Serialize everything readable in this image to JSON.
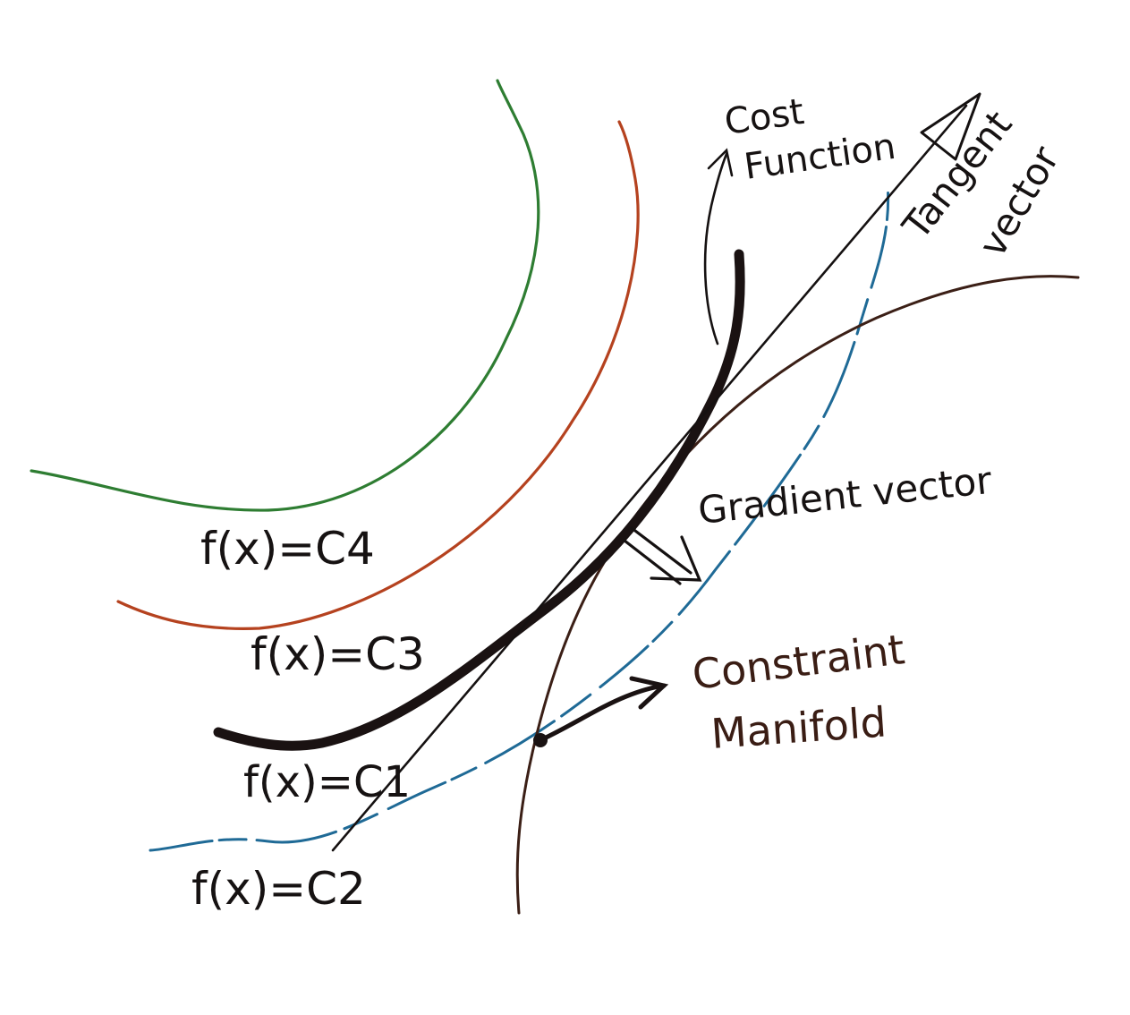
{
  "labels": {
    "cost_function_line1": "Cost",
    "cost_function_line2": "Function",
    "tangent_vector_line1": "Tangent",
    "tangent_vector_line2": "vector",
    "gradient_vector": "Gradient vector",
    "constraint_line1": "Constraint",
    "constraint_line2": "Manifold",
    "level_c4": "f(x)=C4",
    "level_c3": "f(x)=C3",
    "level_c1": "f(x)=C1",
    "level_c2": "f(x)=C2"
  },
  "colors": {
    "c4_curve": "#2e7d32",
    "c3_curve": "#b5421f",
    "c1_curve": "#1a1212",
    "c2_curve": "#1f6a96",
    "constraint_curve": "#3b1f16",
    "tangent_line": "#151111",
    "text": "#1c1412",
    "label_brown": "#3a1d14"
  }
}
